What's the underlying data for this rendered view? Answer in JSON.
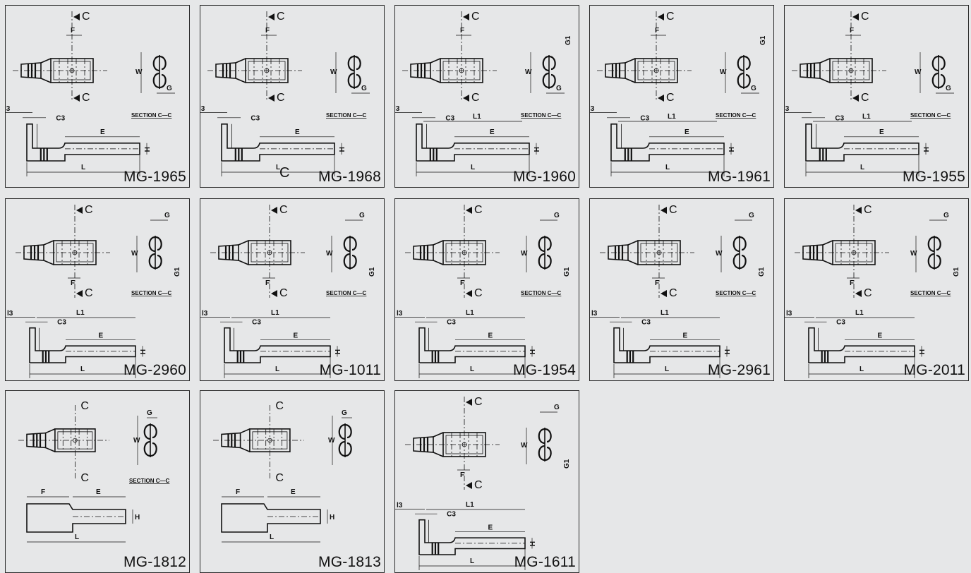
{
  "section_label": "SECTION C—C",
  "dims": {
    "c": "C",
    "f": "F",
    "w": "W",
    "g": "G",
    "g1": "G1",
    "l": "L",
    "l1": "L1",
    "l3": "l3",
    "c3": "C3",
    "e": "E",
    "h": "H"
  },
  "parts": [
    {
      "model": "MG-1965"
    },
    {
      "model": "MG-1968"
    },
    {
      "model": "MG-1960"
    },
    {
      "model": "MG-1961"
    },
    {
      "model": "MG-1955"
    },
    {
      "model": "MG-2960"
    },
    {
      "model": "MG-1011"
    },
    {
      "model": "MG-1954"
    },
    {
      "model": "MG-2961"
    },
    {
      "model": "MG-2011"
    },
    {
      "model": "MG-1812"
    },
    {
      "model": "MG-1813"
    },
    {
      "model": "MG-1611"
    }
  ],
  "stray_label": "C"
}
